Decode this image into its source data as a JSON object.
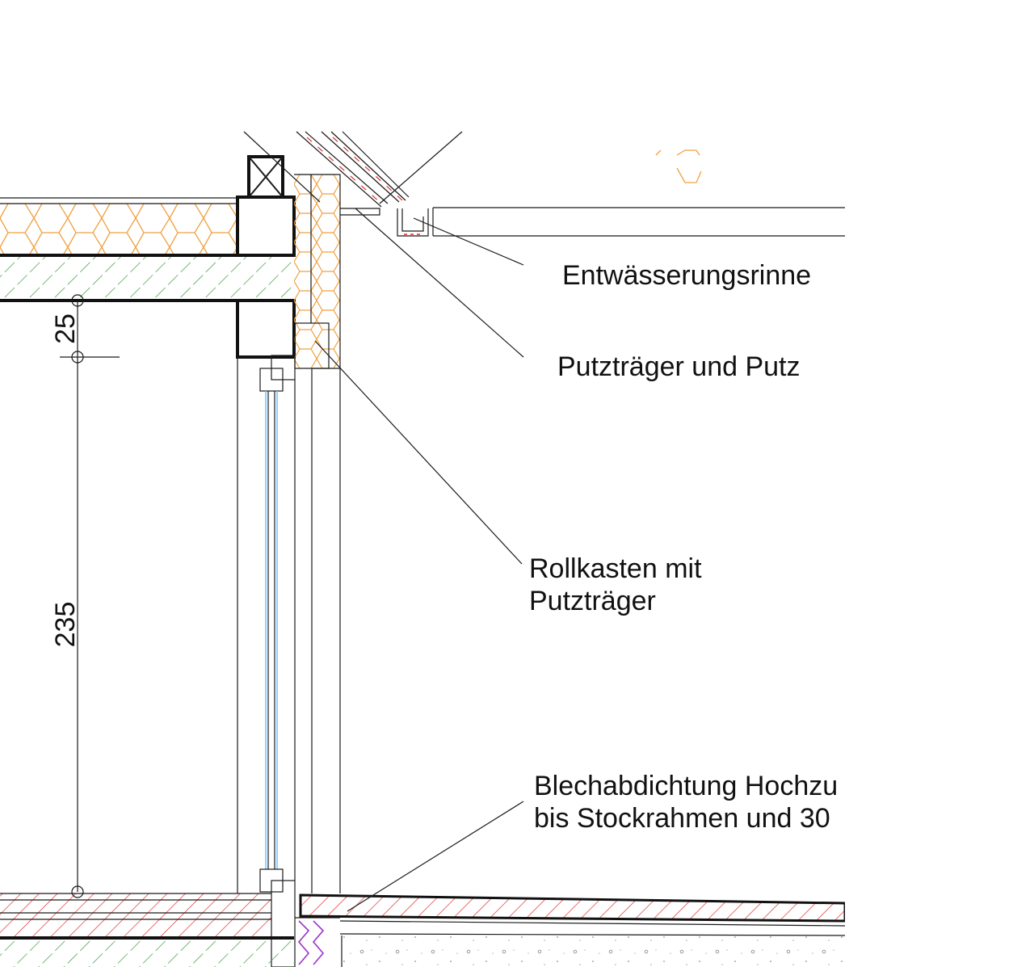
{
  "labels": {
    "gutter": "Entwässerungsrinne",
    "plaster": "Putzträger und Putz",
    "shutter_line1": "Rollkasten mit",
    "shutter_line2": "Putzträger",
    "flashing_line1": "Blechabdichtung Hochzu",
    "flashing_line2": "bis Stockrahmen und 30"
  },
  "dimensions": {
    "lintel": "25",
    "opening": "235"
  },
  "colors": {
    "line": "#1a1a1a",
    "insulation": "#f0a040",
    "concrete_hatch": "#3a9a3a",
    "masonry_hatch": "#e03030",
    "glass": "#60c0ff",
    "seal": "#9933cc",
    "gravel": "#999999"
  }
}
